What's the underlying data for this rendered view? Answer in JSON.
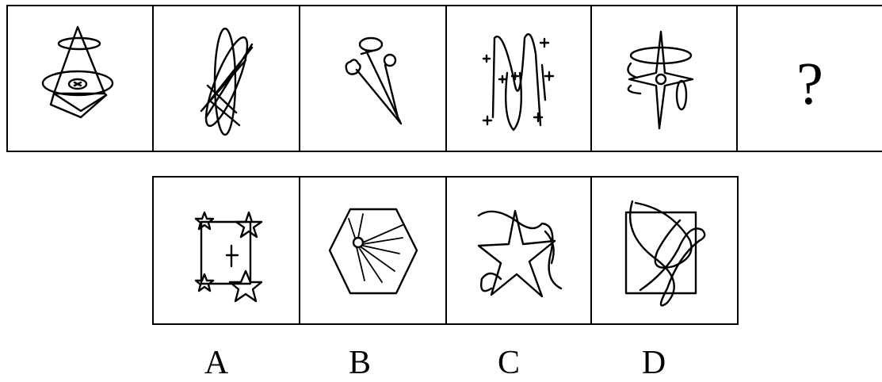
{
  "question_row": {
    "missing_marker": "?"
  },
  "options": [
    {
      "label": "A"
    },
    {
      "label": "B"
    },
    {
      "label": "C"
    },
    {
      "label": "D"
    }
  ]
}
